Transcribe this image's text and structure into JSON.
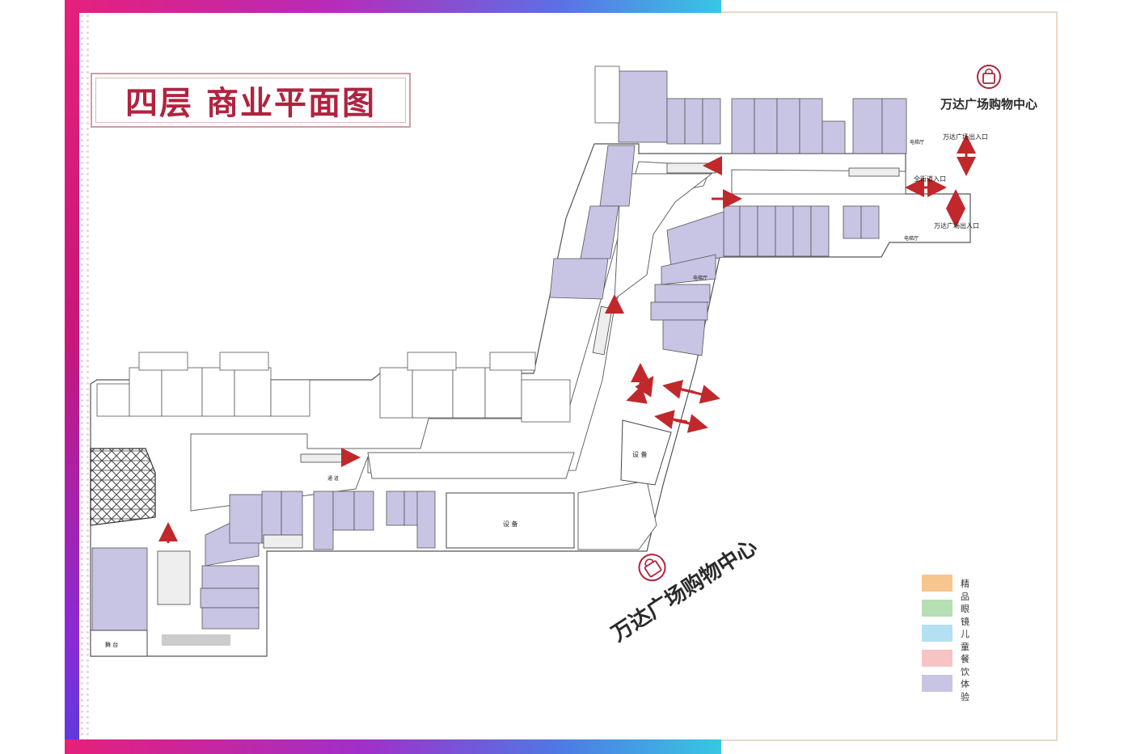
{
  "page_title": "四层 商业平面图",
  "brand": {
    "name": "万达广场购物中心"
  },
  "entrances": {
    "exit_entrance_top": "万达广场出入口",
    "skyway_entrance": "全街道入口",
    "exit_entrance_bottom": "万达广场出入口"
  },
  "rooms": {
    "elevator_hall_1": "电梯厅",
    "elevator_hall_2": "电梯厅",
    "elevator_hall_3": "电梯厅",
    "equipment_1": "设 备",
    "equipment_2": "设 备",
    "stage": "舞 台",
    "corridor": "通 道"
  },
  "legend": [
    {
      "label": "精品",
      "color": "#f7c68c"
    },
    {
      "label": "眼镜",
      "color": "#b6dfb6"
    },
    {
      "label": "儿童",
      "color": "#b3e0f3"
    },
    {
      "label": "餐饮",
      "color": "#f6c4c4"
    },
    {
      "label": "体验",
      "color": "#c8c4e4"
    }
  ],
  "colors": {
    "unit_fill": "#c8c4e4",
    "arrow": "#c0282c",
    "title_red": "#b0233f"
  },
  "icons": [
    "shopping-bag-icon",
    "direction-arrow-icon"
  ]
}
